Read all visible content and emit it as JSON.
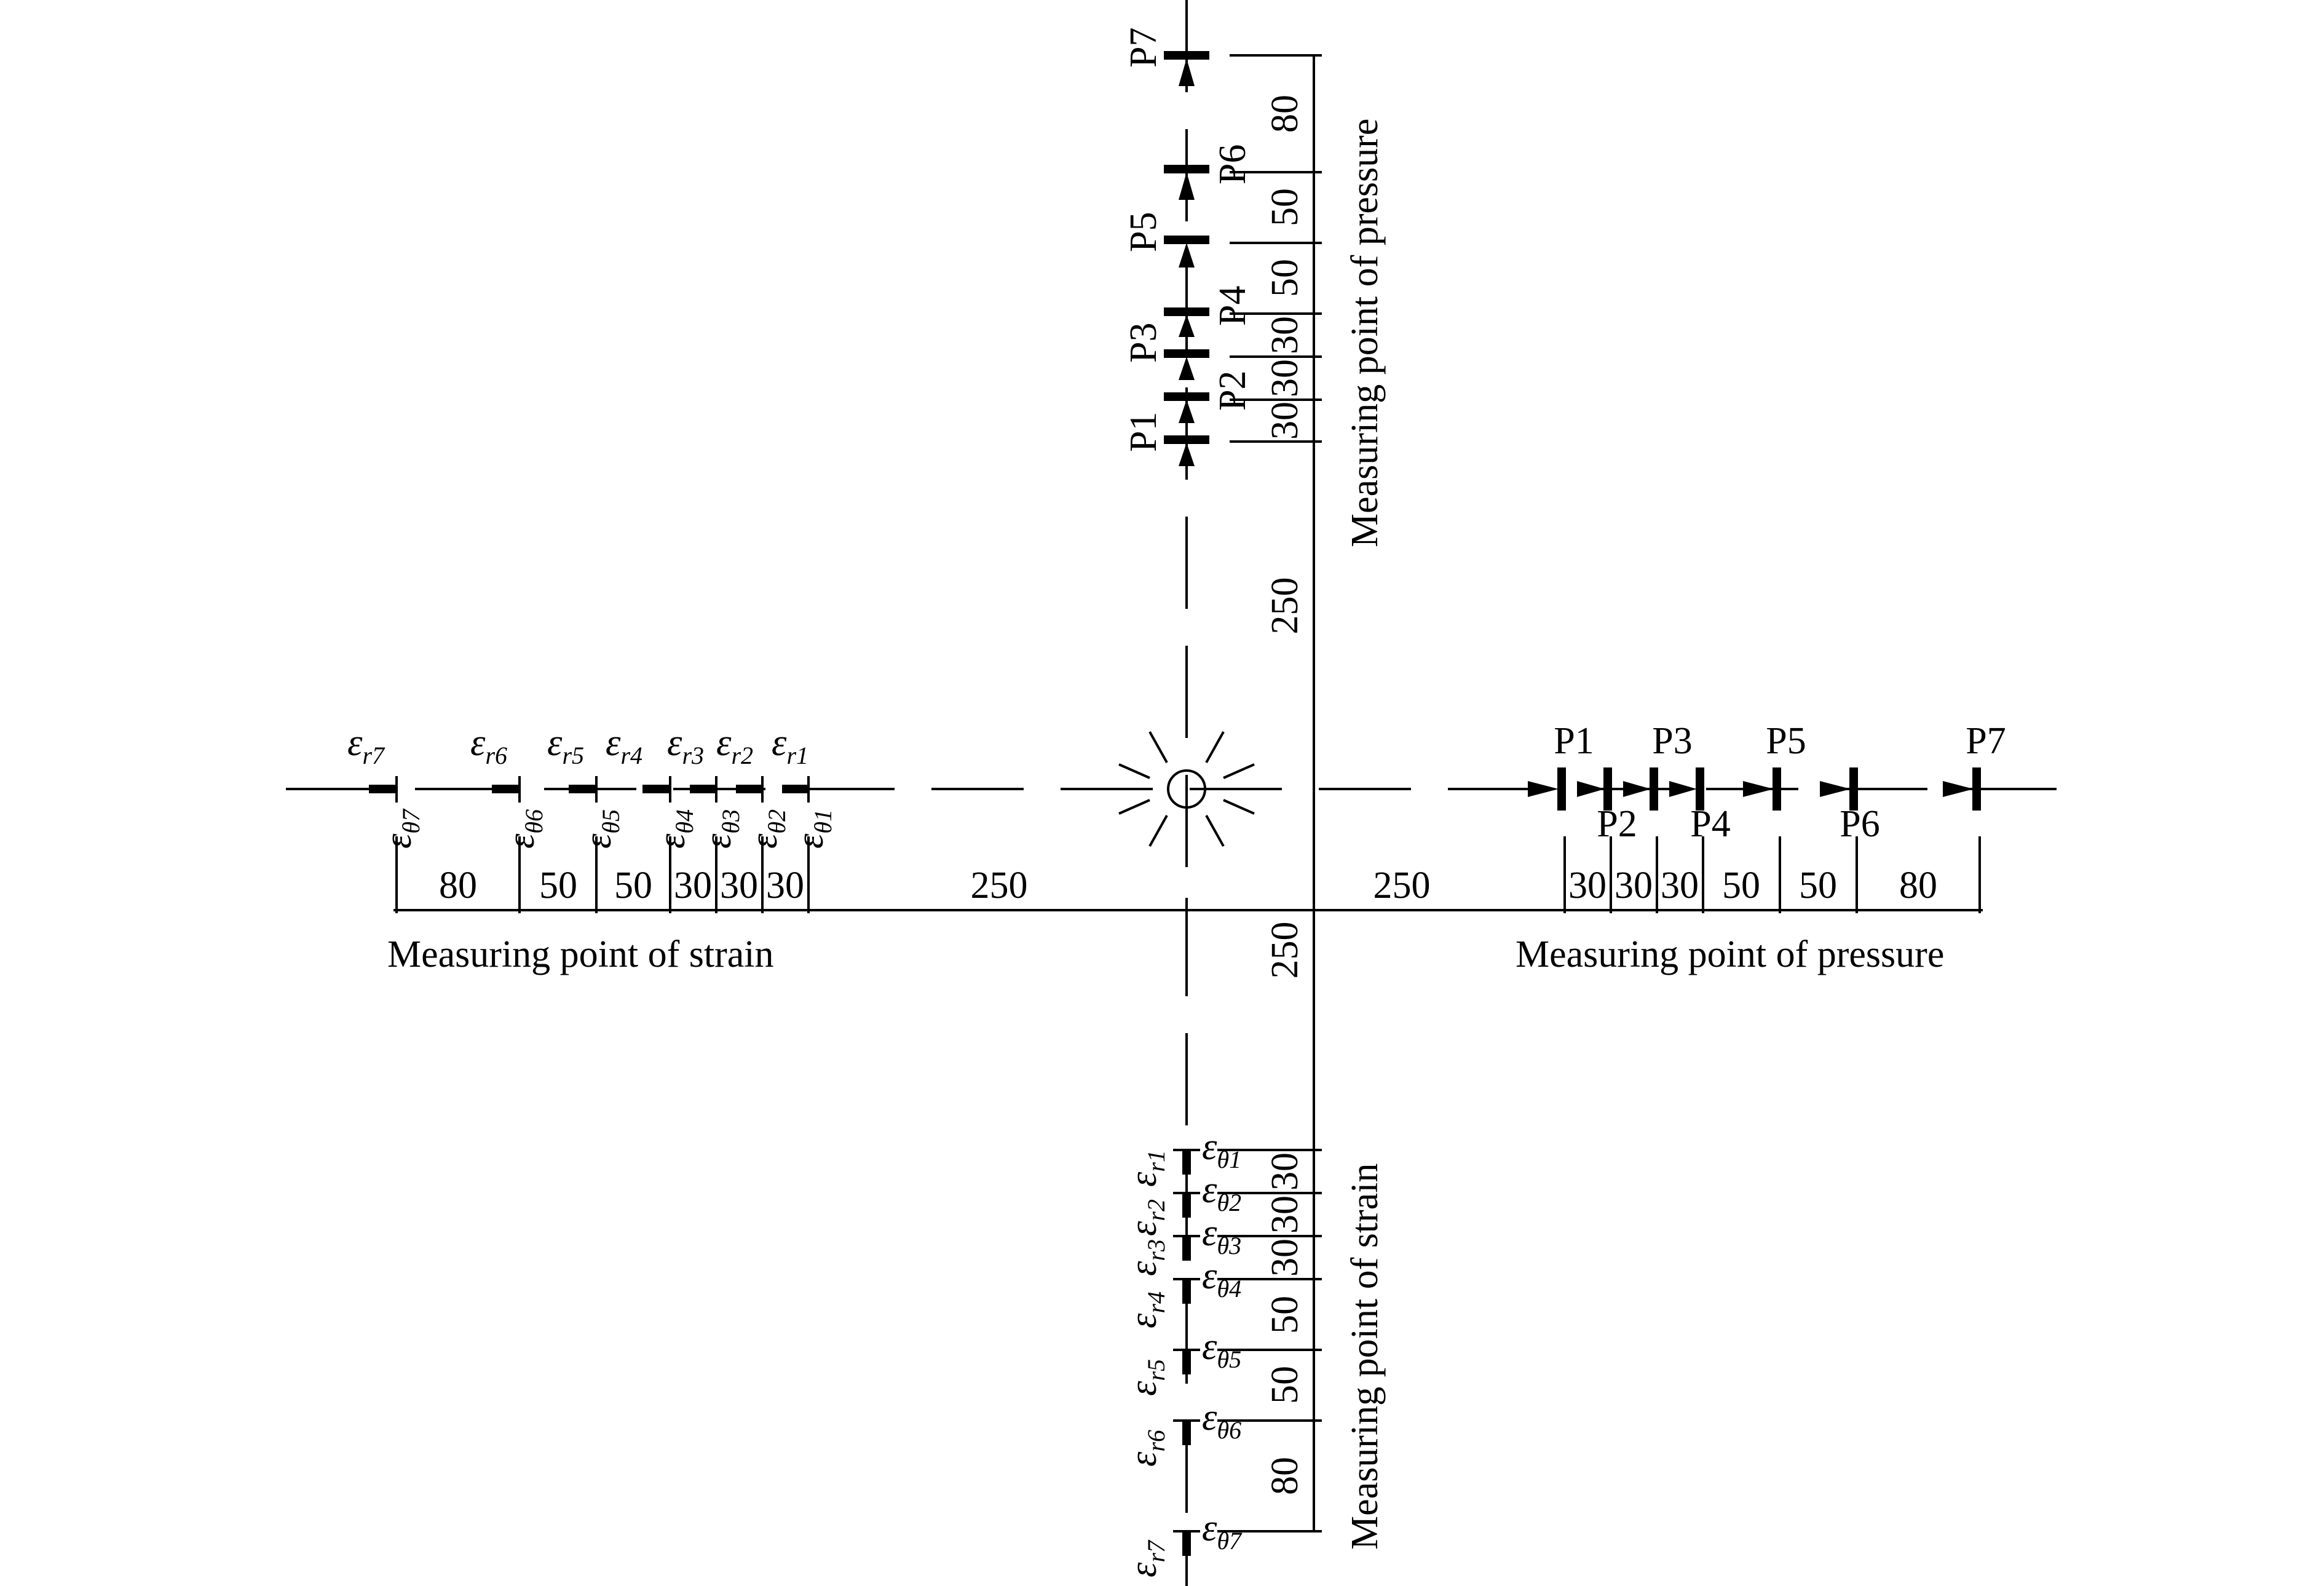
{
  "labels": {
    "right_axis": "Measuring point of pressure",
    "left_axis": "Measuring point of strain",
    "top_axis": "Measuring point of pressure",
    "bottom_axis": "Measuring point of strain"
  },
  "dimensions": {
    "left": [
      "80",
      "50",
      "50",
      "30",
      "30",
      "30",
      "250"
    ],
    "right": [
      "250",
      "30",
      "30",
      "30",
      "50",
      "50",
      "80"
    ],
    "top": [
      "80",
      "50",
      "50",
      "30",
      "30",
      "30",
      "250"
    ],
    "bottom": [
      "250",
      "30",
      "30",
      "30",
      "50",
      "50",
      "80"
    ]
  },
  "pressure_points": [
    "P1",
    "P2",
    "P3",
    "P4",
    "P5",
    "P6",
    "P7"
  ],
  "strain_points": {
    "radial_symbol": "ε",
    "radial_sub": [
      "r1",
      "r2",
      "r3",
      "r4",
      "r5",
      "r6",
      "r7"
    ],
    "tangential_symbol": "ε",
    "tangential_sub": [
      "θ1",
      "θ2",
      "θ3",
      "θ4",
      "θ5",
      "θ6",
      "θ7"
    ]
  }
}
